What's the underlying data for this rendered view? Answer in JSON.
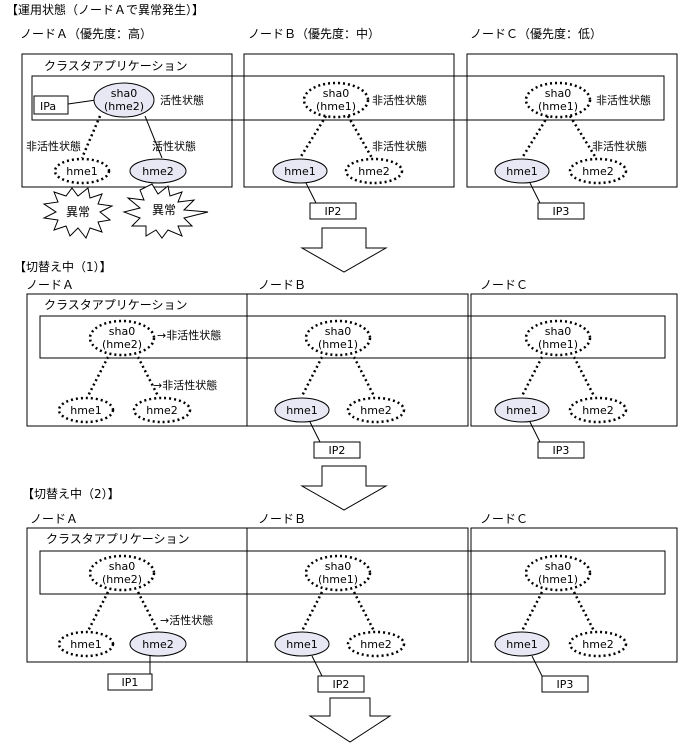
{
  "colors": {
    "stroke": "#000000",
    "active_fill": "#e8e8f4",
    "background": "#ffffff"
  },
  "stages": [
    {
      "heading": "【運用状態（ノードＡで異常発生）】",
      "nodes": [
        {
          "label": "ノードＡ（優先度：高）",
          "sha0_iface": "(hme2)",
          "sha0_state": "活性状態",
          "hme1_state": "非活性状態",
          "hme2_state": "活性状態",
          "hme1_label": "異常",
          "hme2_label": "異常",
          "ip_label": "IPa"
        },
        {
          "label": "ノードＢ（優先度：中）",
          "sha0_iface": "(hme1)",
          "sha0_state": "非活性状態",
          "hme2_state": "非活性状態",
          "ip_label": "IP2"
        },
        {
          "label": "ノードＣ（優先度：低）",
          "sha0_iface": "(hme1)",
          "sha0_state": "非活性状態",
          "hme2_state": "非活性状態",
          "ip_label": "IP3"
        }
      ]
    },
    {
      "heading": "【切替え中（1）】",
      "nodes": [
        {
          "label": "ノードＡ",
          "sha0_iface": "(hme2)",
          "sha0_state": "→非活性状態",
          "hme2_state": "→非活性状態"
        },
        {
          "label": "ノードＢ",
          "sha0_iface": "(hme1)",
          "ip_label": "IP2"
        },
        {
          "label": "ノードＣ",
          "sha0_iface": "(hme1)",
          "ip_label": "IP3"
        }
      ]
    },
    {
      "heading": "【切替え中（2）】",
      "nodes": [
        {
          "label": "ノードＡ",
          "sha0_iface": "(hme2)",
          "hme2_state": "→活性状態",
          "ip_label": "IP1"
        },
        {
          "label": "ノードＢ",
          "sha0_iface": "(hme1)",
          "ip_label": "IP2"
        },
        {
          "label": "ノードＣ",
          "sha0_iface": "(hme1)",
          "ip_label": "IP3"
        }
      ]
    }
  ],
  "cluster_app_label": "クラスタアプリケーション",
  "sha0_label": "sha0",
  "hme1_label": "hme1",
  "hme2_label": "hme2"
}
